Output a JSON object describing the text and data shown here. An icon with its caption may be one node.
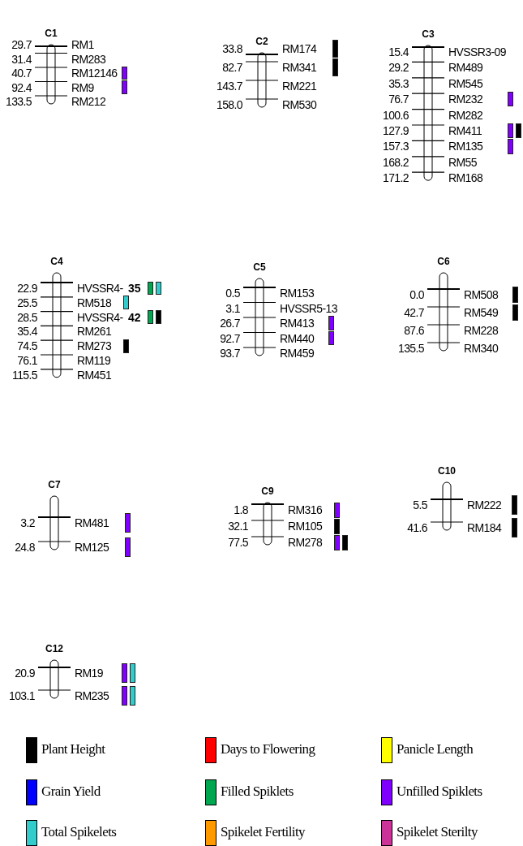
{
  "diagram": {
    "nodes": [
      {
        "text": [
          "C1"
        ],
        "beside": [
          "29.7",
          "RM1",
          "31.4",
          "RM283",
          "40.7",
          "RM12146",
          "92.4",
          "RM9",
          "133.5",
          "RM212"
        ]
      },
      {
        "text": [
          "C2"
        ],
        "beside": [
          "33.8",
          "RM174",
          "82.7",
          "RM341",
          "143.7",
          "RM221",
          "158.0",
          "RM530"
        ]
      },
      {
        "text": [
          "C3"
        ],
        "beside": [
          "15.4",
          "HVSSR3-09",
          "29.2",
          "RM489",
          "35.3",
          "RM545",
          "76.7",
          "RM232",
          "100.6",
          "RM282",
          "127.9",
          "RM411",
          "157.3",
          "RM135",
          "168.2",
          "RM55",
          "171.2",
          "RM168"
        ]
      },
      {
        "text": [
          "C4"
        ],
        "beside": [
          "22.9",
          "HVSSR4-",
          "35",
          "25.5",
          "RM518",
          "28.5",
          "HVSSR4-",
          "42",
          "35.4",
          "RM261",
          "74.5",
          "RM273",
          "76.1",
          "RM119",
          "115.5",
          "RM451"
        ]
      },
      {
        "text": [
          "C5"
        ],
        "beside": [
          "0.5",
          "RM153",
          "3.1",
          "HVSSR5-13",
          "26.7",
          "RM413",
          "92.7",
          "RM440",
          "93.7",
          "RM459"
        ]
      },
      {
        "text": [
          "C6"
        ],
        "beside": [
          "0.0",
          "RM508",
          "42.7",
          "RM549",
          "87.6",
          "RM228",
          "135.5",
          "RM340"
        ]
      },
      {
        "text": [
          "C7"
        ],
        "beside": [
          "3.2",
          "RM481",
          "24.8",
          "RM125"
        ]
      },
      {
        "text": [
          "C9"
        ],
        "beside": [
          "1.8",
          "RM316",
          "32.1",
          "RM105",
          "77.5",
          "RM278"
        ]
      },
      {
        "text": [
          "C10"
        ],
        "beside": [
          "5.5",
          "RM222",
          "41.6",
          "RM184"
        ]
      },
      {
        "text": [
          "C12"
        ],
        "beside": [
          "20.9",
          "RM19",
          "103.1",
          "RM235"
        ]
      }
    ],
    "legend": [
      {
        "text": "Plant Height",
        "color": "#000000"
      },
      {
        "text": "Days to Flowering",
        "color": "#ff0000"
      },
      {
        "text": "Panicle Length",
        "color": "#ffff00"
      },
      {
        "text": "Grain Yield",
        "color": "#0000ff"
      },
      {
        "text": "Filled Spiklets",
        "color": "#00a650"
      },
      {
        "text": "Unfilled Spiklets",
        "color": "#8000ff"
      },
      {
        "text": "Total Spikelets",
        "color": "#33cccc"
      },
      {
        "text": "Spikelet Fertility",
        "color": "#ff9900"
      },
      {
        "text": "Spikelet Sterilty",
        "color": "#cc3399"
      }
    ]
  }
}
